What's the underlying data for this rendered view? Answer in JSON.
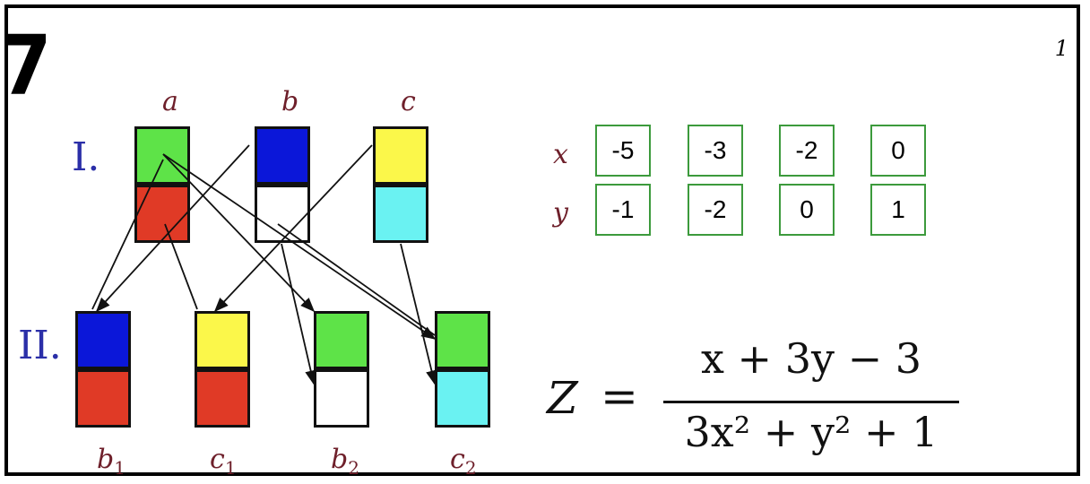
{
  "problem_number": "7",
  "page_number": "1",
  "columns": {
    "a": "a",
    "b": "b",
    "c": "c"
  },
  "rows": {
    "I": "I.",
    "II": "II."
  },
  "bottom_labels": {
    "b1": {
      "base": "b",
      "sub": "1"
    },
    "c1": {
      "base": "c",
      "sub": "1"
    },
    "b2": {
      "base": "b",
      "sub": "2"
    },
    "c2": {
      "base": "c",
      "sub": "2"
    }
  },
  "blocks": {
    "a": {
      "top": "#5ee348",
      "bottom": "#e03a26"
    },
    "b": {
      "top": "#0b17d9",
      "bottom": "#ffffff"
    },
    "c": {
      "top": "#fbf74a",
      "bottom": "#6af2f2"
    },
    "b1": {
      "top": "#0b17d9",
      "bottom": "#e03a26"
    },
    "c1": {
      "top": "#fbf74a",
      "bottom": "#e03a26"
    },
    "b2": {
      "top": "#5ee348",
      "bottom": "#ffffff"
    },
    "c2": {
      "top": "#5ee348",
      "bottom": "#6af2f2"
    }
  },
  "table": {
    "x_label": "x",
    "y_label": "y",
    "x_values": [
      "-5",
      "-3",
      "-2",
      "0"
    ],
    "y_values": [
      "-1",
      "-2",
      "0",
      "1"
    ]
  },
  "formula": {
    "lhs": "Z",
    "equals": "=",
    "numerator": "x + 3y − 3",
    "denominator": "3x² + y² + 1"
  }
}
